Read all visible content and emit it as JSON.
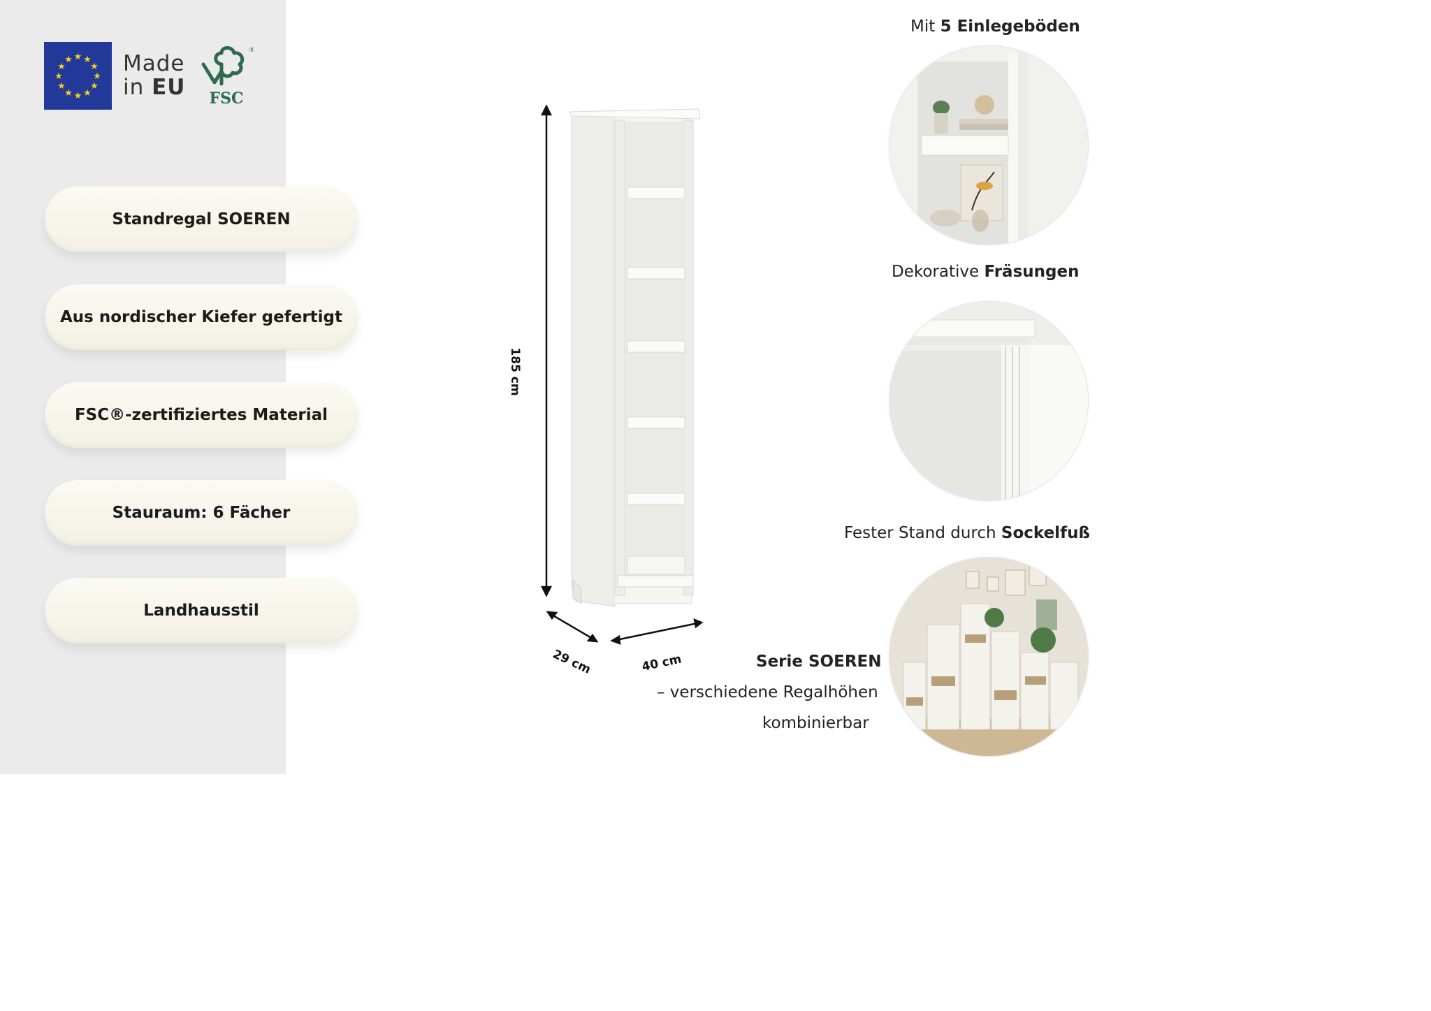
{
  "badges": {
    "made_in_line1": "Made",
    "made_in_line2_prefix": "in",
    "made_in_line2_bold": "EU",
    "fsc_label": "FSC",
    "fsc_registered": "®"
  },
  "features": [
    {
      "label": "Standregal SOEREN"
    },
    {
      "label": "Aus nordischer Kiefer gefertigt"
    },
    {
      "label": "FSC®-zertifiziertes Material"
    },
    {
      "label": "Stauraum: 6 Fächer"
    },
    {
      "label": "Landhausstil"
    }
  ],
  "dimensions": {
    "height": "185 cm",
    "depth": "29 cm",
    "width": "40 cm"
  },
  "details": [
    {
      "prefix": "Mit ",
      "bold": "5 Einlegeböden"
    },
    {
      "prefix": "Dekorative ",
      "bold": "Fräsungen"
    },
    {
      "prefix": "Fester Stand durch ",
      "bold": "Sockelfuß"
    }
  ],
  "series": {
    "title": "Serie SOEREN",
    "line1": "– verschiedene Regalhöhen",
    "line2": "kombinierbar"
  },
  "colors": {
    "eu_blue": "#23399a",
    "eu_star": "#f7d117",
    "fsc_green": "#2e6b4d",
    "shelf_white": "#f4f4f1",
    "pill_cream": "#f6f4e9"
  }
}
